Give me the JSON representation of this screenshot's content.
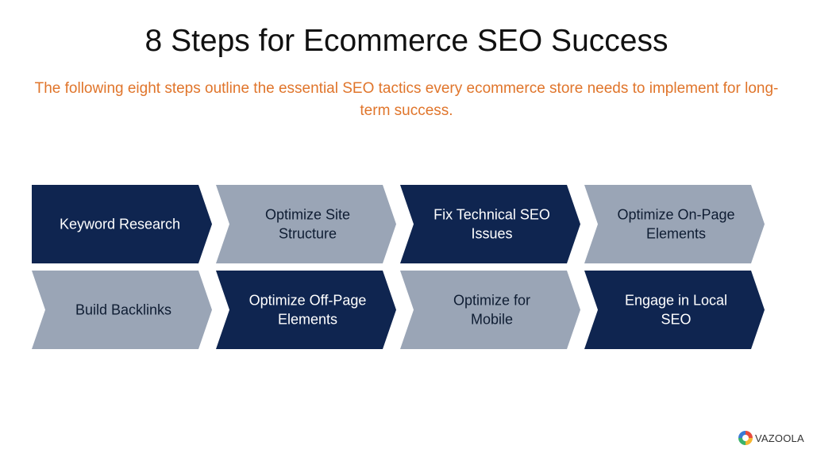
{
  "header": {
    "title": "8 Steps for Ecommerce SEO Success",
    "subtitle": "The following eight steps outline the essential SEO tactics every ecommerce store needs to implement for long-term success."
  },
  "colors": {
    "dark": "#0f2550",
    "light": "#9aa5b6",
    "accent": "#e0752b"
  },
  "steps": [
    {
      "lines": [
        "Keyword Research"
      ],
      "tone": "dark"
    },
    {
      "lines": [
        "Optimize Site",
        "Structure"
      ],
      "tone": "light"
    },
    {
      "lines": [
        "Fix Technical SEO",
        "Issues"
      ],
      "tone": "dark"
    },
    {
      "lines": [
        "Optimize On-Page",
        "Elements"
      ],
      "tone": "light"
    },
    {
      "lines": [
        "Build Backlinks"
      ],
      "tone": "light"
    },
    {
      "lines": [
        "Optimize Off-Page",
        "Elements"
      ],
      "tone": "dark"
    },
    {
      "lines": [
        "Optimize for",
        "Mobile"
      ],
      "tone": "light"
    },
    {
      "lines": [
        "Engage in Local",
        "SEO"
      ],
      "tone": "dark"
    }
  ],
  "logo": {
    "text": "VAZOOLA",
    "icon": "vazoola-logo-icon"
  }
}
